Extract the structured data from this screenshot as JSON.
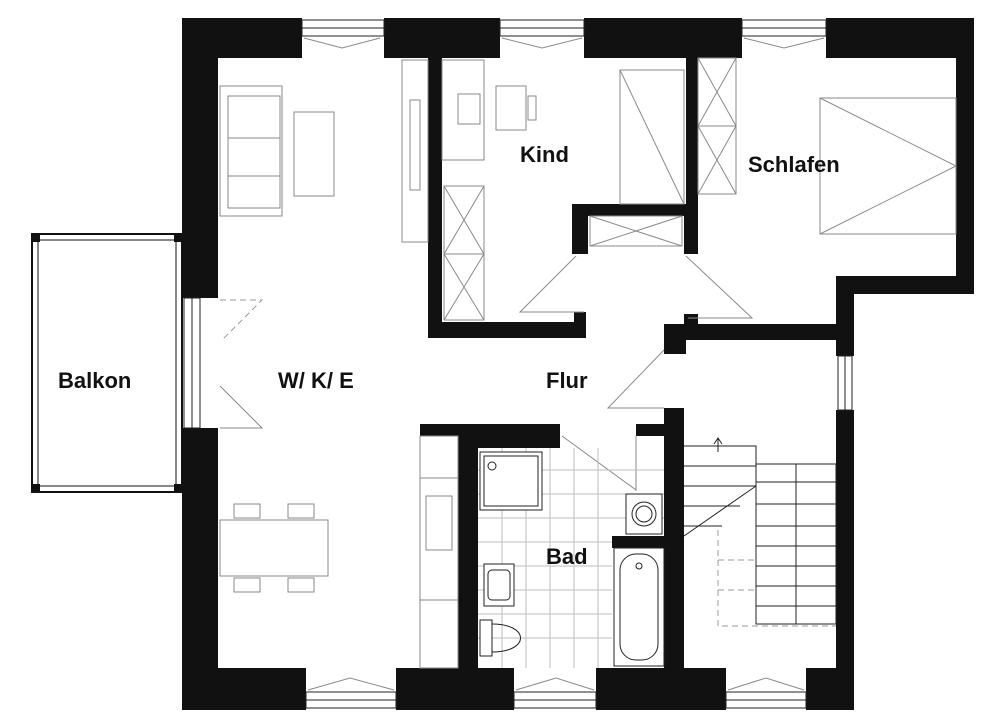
{
  "rooms": {
    "balkon": "Balkon",
    "wke": "W/ K/ E",
    "kind": "Kind",
    "schlafen": "Schlafen",
    "flur": "Flur",
    "bad": "Bad"
  },
  "colors": {
    "wall": "#111111",
    "line": "#222222",
    "furniture": "#8a8a8a",
    "tile": "#bdbdbd"
  },
  "icons": [
    "window-icon",
    "door-swing-icon",
    "staircase-icon",
    "bathtub-icon",
    "toilet-icon",
    "shower-icon",
    "sink-icon",
    "washing-machine-icon",
    "bed-icon",
    "desk-icon",
    "wardrobe-icon",
    "sofa-icon",
    "dining-table-icon",
    "kitchen-counter-icon"
  ]
}
